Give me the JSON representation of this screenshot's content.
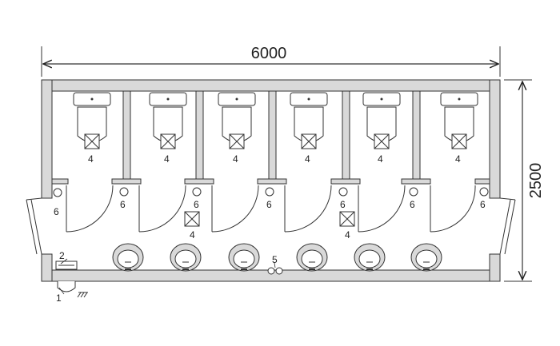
{
  "dimensions": {
    "width": "6000",
    "depth": "2500"
  },
  "stalls": [
    {
      "toilet_label": "4",
      "door_label": "6"
    },
    {
      "toilet_label": "4",
      "door_label": "6"
    },
    {
      "toilet_label": "4",
      "door_label": "6"
    },
    {
      "toilet_label": "4",
      "door_label": "6"
    },
    {
      "toilet_label": "4",
      "door_label": "6"
    },
    {
      "toilet_label": "4",
      "door_label": "6"
    }
  ],
  "corridor_drains": [
    "4",
    "4"
  ],
  "entrance_door_label": "6",
  "tap_label": "5",
  "cabinet_label": "2",
  "connection_label": "1",
  "sink_count": 6,
  "colors": {
    "wall_fill": "#d9d9d9",
    "line": "#333333"
  }
}
